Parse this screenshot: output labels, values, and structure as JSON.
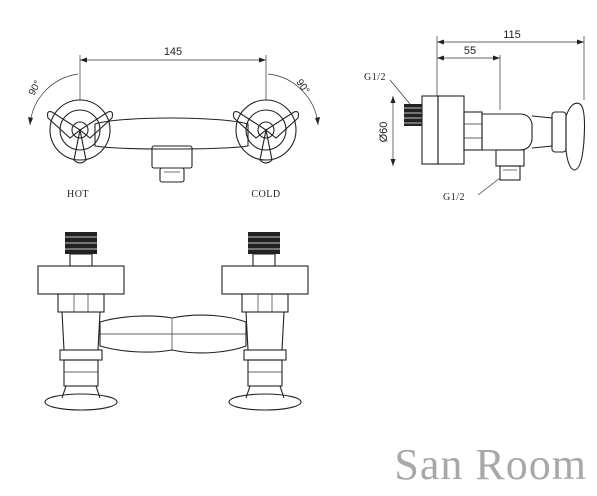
{
  "dimensions": {
    "top_width": "145",
    "rotation_left": "90°",
    "rotation_right": "90°",
    "side_total": "115",
    "side_partial": "55",
    "flange_diameter": "Ø60"
  },
  "labels": {
    "hot": "HOT",
    "cold": "COLD",
    "thread_top": "G1/2",
    "thread_bottom": "G1/2"
  },
  "watermark": "San Room"
}
